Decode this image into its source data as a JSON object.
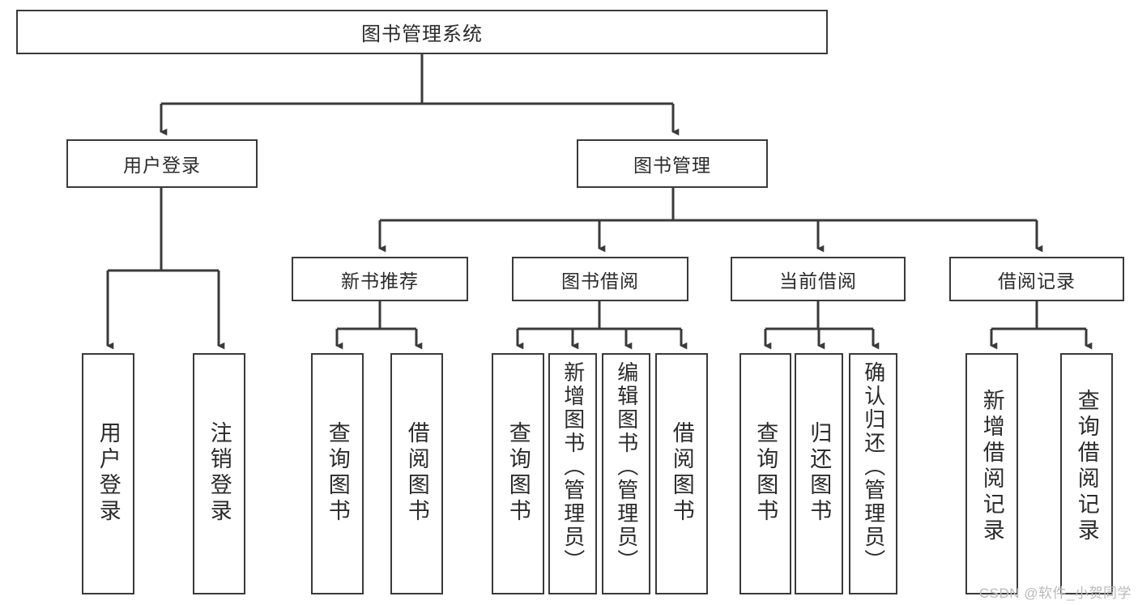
{
  "diagram": {
    "type": "tree",
    "title": "图书管理系统",
    "watermark": "CSDN @软件_小贺同学",
    "colors": {
      "stroke": "#3a3a3a",
      "fill": "#ffffff",
      "text": "#2b2b2b",
      "watermark": "#b9b9b9"
    },
    "levels": {
      "root": "图书管理系统",
      "level1": [
        "用户登录",
        "图书管理"
      ],
      "level2": [
        "新书推荐",
        "图书借阅",
        "当前借阅",
        "借阅记录"
      ],
      "leaves_count": 13
    },
    "nodes": {
      "root": {
        "label": "图书管理系统"
      },
      "user_login": {
        "label": "用户登录"
      },
      "book_manage": {
        "label": "图书管理"
      },
      "new_book_rec": {
        "label": "新书推荐"
      },
      "book_borrow": {
        "label": "图书借阅"
      },
      "current_borrow": {
        "label": "当前借阅"
      },
      "borrow_record": {
        "label": "借阅记录"
      }
    },
    "leaves": {
      "user_login_do": {
        "label": "用户登录"
      },
      "user_logout": {
        "label": "注销登录"
      },
      "rec_query_book": {
        "label": "查询图书"
      },
      "rec_borrow_book": {
        "label": "借阅图书"
      },
      "borrow_query_book": {
        "label": "查询图书"
      },
      "borrow_add_book": {
        "label": "新增图书（管理员）"
      },
      "borrow_edit_book": {
        "label": "编辑图书（管理员）"
      },
      "borrow_borrow_book": {
        "label": "借阅图书"
      },
      "cur_query_book": {
        "label": "查询图书"
      },
      "cur_return_book": {
        "label": "归还图书"
      },
      "cur_confirm_return": {
        "label": "确认归还（管理员）"
      },
      "rec_add_record": {
        "label": "新增借阅记录"
      },
      "rec_query_record": {
        "label": "查询借阅记录"
      }
    }
  }
}
